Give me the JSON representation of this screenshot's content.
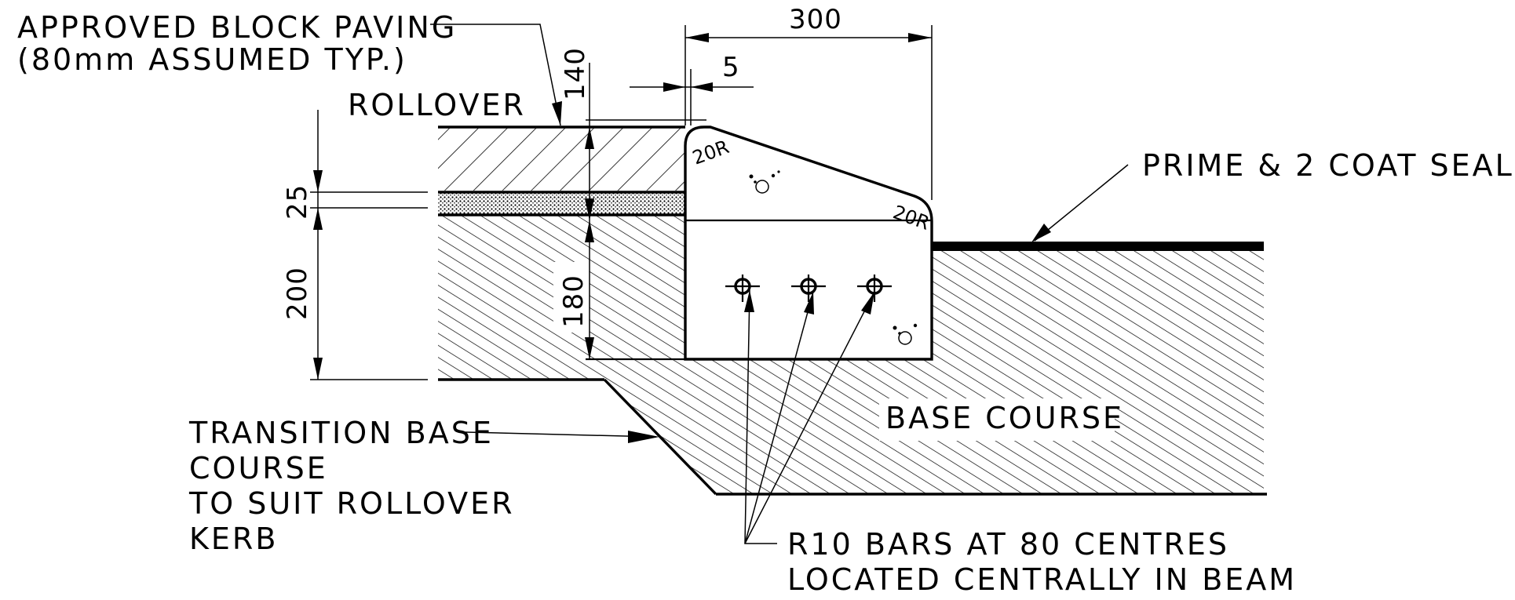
{
  "labels": {
    "paving_line1": "APPROVED BLOCK PAVING",
    "paving_line2": "(80mm ASSUMED TYP.)",
    "rollover": "ROLLOVER",
    "prime_seal": "PRIME & 2 COAT SEAL",
    "base_course": "BASE COURSE",
    "transition_line1": "TRANSITION BASE",
    "transition_line2": "COURSE",
    "transition_line3": "TO SUIT ROLLOVER",
    "transition_line4": "KERB",
    "bars_line1": "R10 BARS AT 80 CENTRES",
    "bars_line2": "LOCATED CENTRALLY IN BEAM"
  },
  "dimensions": {
    "width_top": "300",
    "offset": "5",
    "kerb_height": "140",
    "sand_layer": "25",
    "base_depth": "200",
    "beam_depth": "180",
    "radius_left": "20R",
    "radius_right": "20R"
  }
}
